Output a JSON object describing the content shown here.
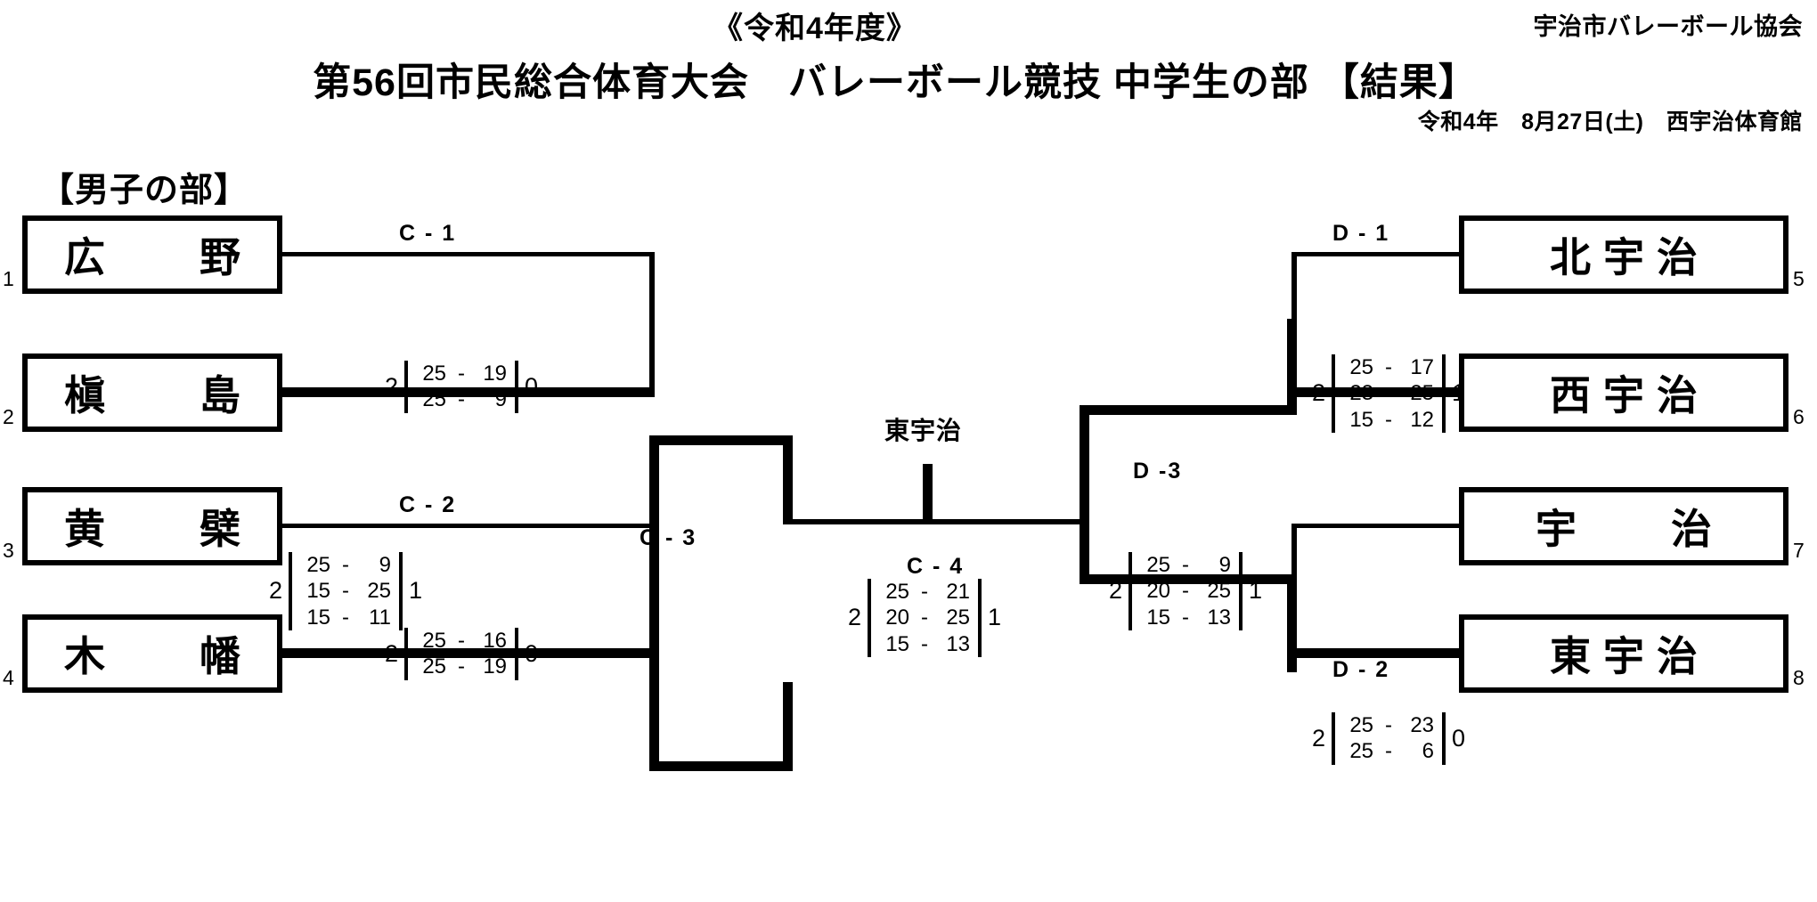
{
  "header": {
    "era": "《令和4年度》",
    "association": "宇治市バレーボール協会",
    "title": "第56回市民総合体育大会　バレーボール競技 中学生の部 【結果】",
    "date_venue": "令和4年　8月27日(土)　西宇治体育館",
    "section": "【男子の部】"
  },
  "teams": {
    "t1": {
      "name": "広　野",
      "seed": "1"
    },
    "t2": {
      "name": "槇　島",
      "seed": "2"
    },
    "t3": {
      "name": "黄　檗",
      "seed": "3"
    },
    "t4": {
      "name": "木　幡",
      "seed": "4"
    },
    "t5": {
      "name": "北宇治",
      "seed": "5"
    },
    "t6": {
      "name": "西宇治",
      "seed": "6"
    },
    "t7": {
      "name": "宇　治",
      "seed": "7"
    },
    "t8": {
      "name": "東宇治",
      "seed": "8"
    }
  },
  "matches": {
    "c1": {
      "code": "C - 1",
      "left_sets": "2",
      "right_sets": "0",
      "games": [
        {
          "a": "25",
          "d": "-",
          "b": "19"
        },
        {
          "a": "25",
          "d": "-",
          "b": "9"
        }
      ]
    },
    "c2": {
      "code": "C - 2",
      "left_sets": "2",
      "right_sets": "0",
      "games": [
        {
          "a": "25",
          "d": "-",
          "b": "16"
        },
        {
          "a": "25",
          "d": "-",
          "b": "19"
        }
      ]
    },
    "c3": {
      "code": "C - 3",
      "left_sets": "2",
      "right_sets": "1",
      "games": [
        {
          "a": "25",
          "d": "-",
          "b": "9"
        },
        {
          "a": "15",
          "d": "-",
          "b": "25"
        },
        {
          "a": "15",
          "d": "-",
          "b": "11"
        }
      ]
    },
    "c4": {
      "code": "C - 4",
      "left_sets": "2",
      "right_sets": "1",
      "games": [
        {
          "a": "25",
          "d": "-",
          "b": "21"
        },
        {
          "a": "20",
          "d": "-",
          "b": "25"
        },
        {
          "a": "15",
          "d": "-",
          "b": "13"
        }
      ]
    },
    "d1": {
      "code": "D - 1",
      "left_sets": "2",
      "right_sets": "1",
      "games": [
        {
          "a": "25",
          "d": "-",
          "b": "17"
        },
        {
          "a": "23",
          "d": "-",
          "b": "25"
        },
        {
          "a": "15",
          "d": "-",
          "b": "12"
        }
      ]
    },
    "d2": {
      "code": "D - 2",
      "left_sets": "2",
      "right_sets": "0",
      "games": [
        {
          "a": "25",
          "d": "-",
          "b": "23"
        },
        {
          "a": "25",
          "d": "-",
          "b": "6"
        }
      ]
    },
    "d3": {
      "code": "D -3",
      "left_sets": "2",
      "right_sets": "1",
      "games": [
        {
          "a": "25",
          "d": "-",
          "b": "9"
        },
        {
          "a": "20",
          "d": "-",
          "b": "25"
        },
        {
          "a": "15",
          "d": "-",
          "b": "13"
        }
      ]
    }
  },
  "final": {
    "champion": "東宇治"
  }
}
